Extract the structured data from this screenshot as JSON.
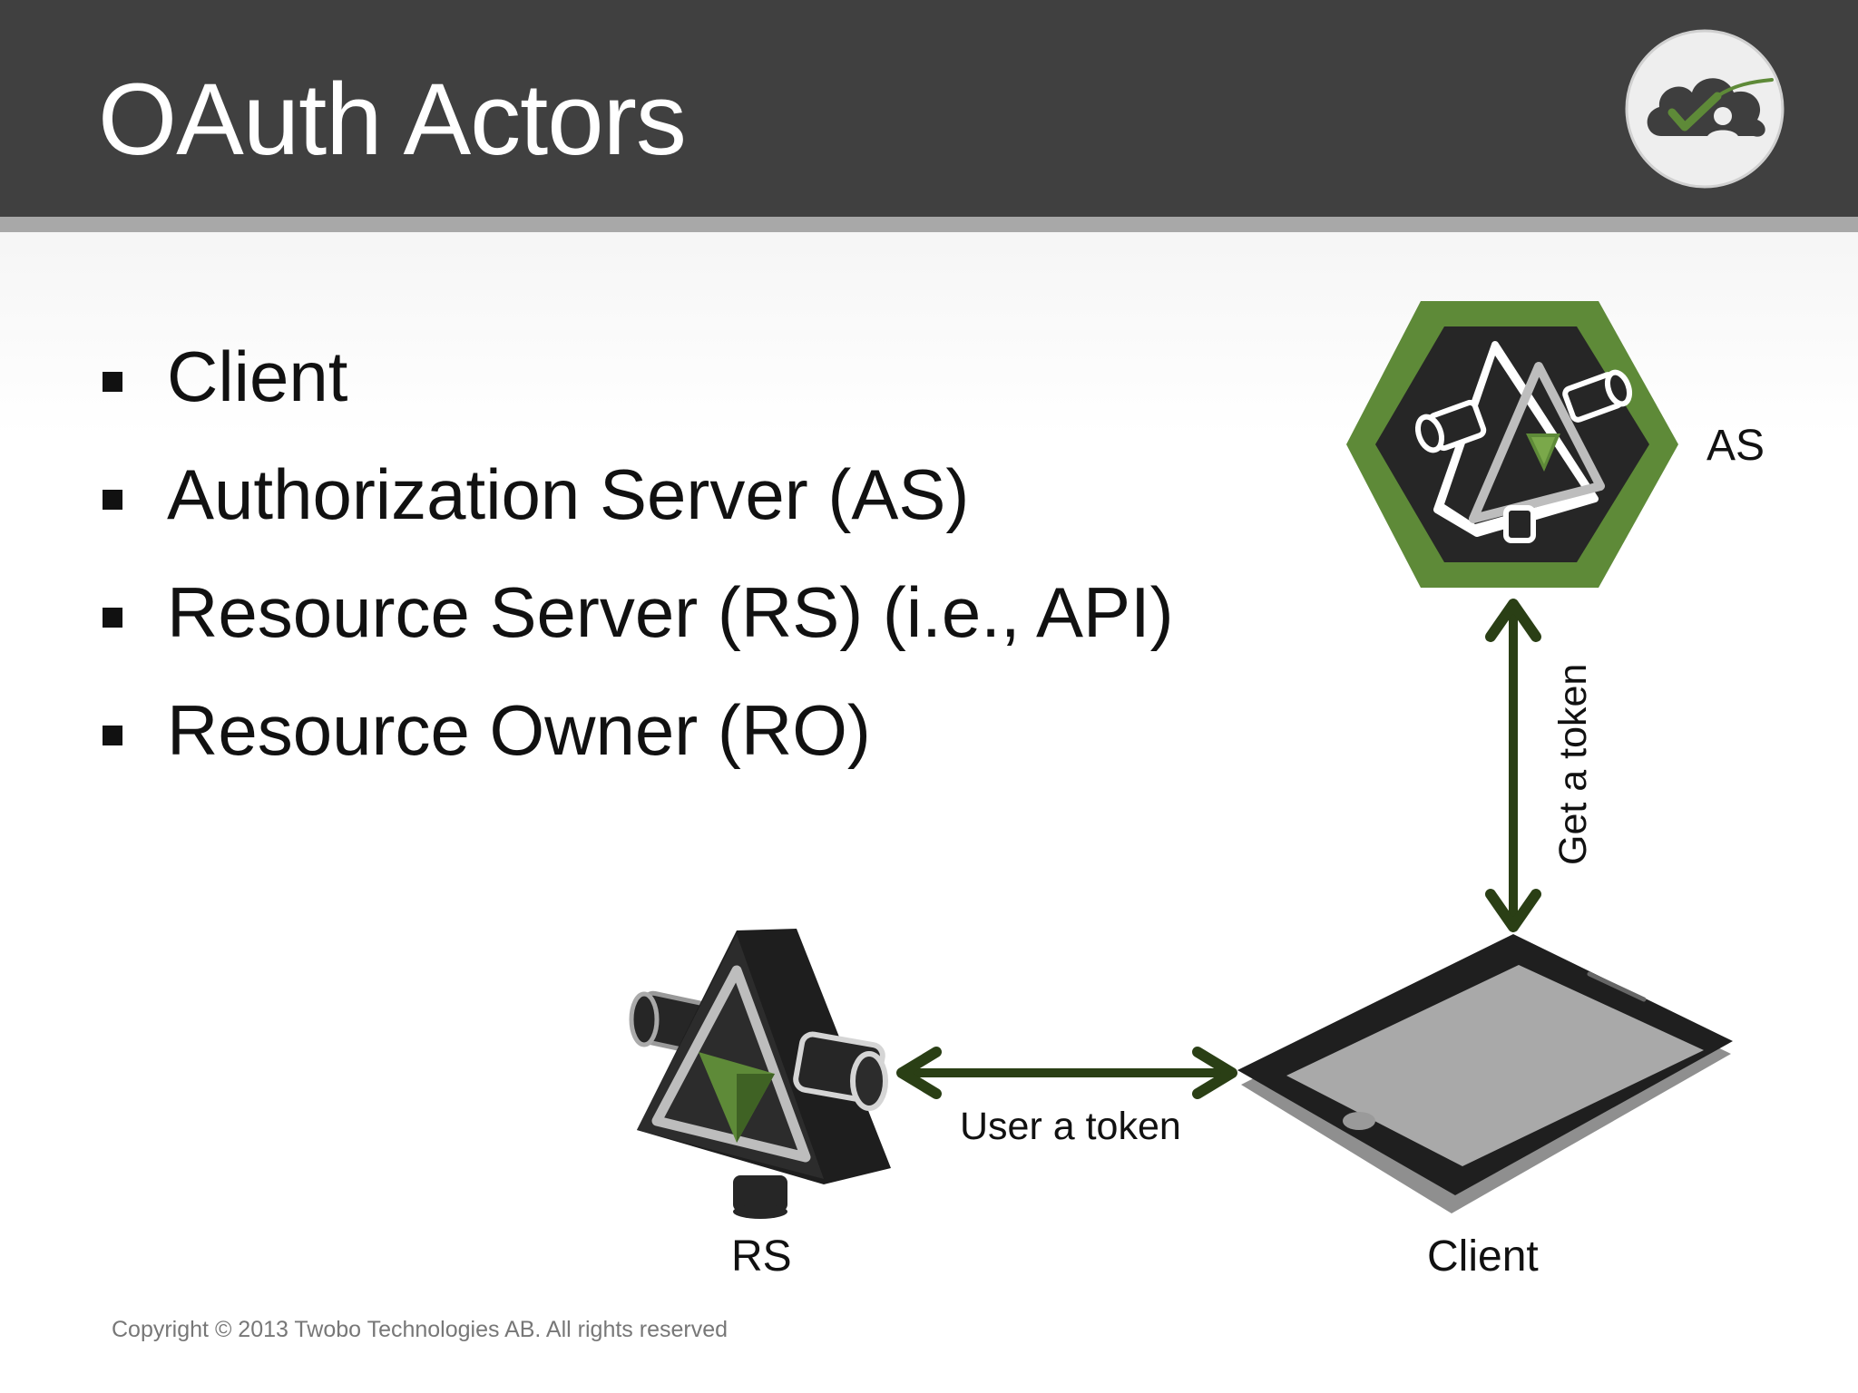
{
  "slide": {
    "title": "OAuth Actors",
    "bullets": [
      "Client",
      "Authorization Server (AS)",
      "Resource Server (RS) (i.e., API)",
      "Resource Owner (RO)"
    ],
    "copyright": "Copyright © 2013 Twobo Technologies AB. All rights reserved"
  },
  "diagram": {
    "labels": {
      "as": "AS",
      "rs": "RS",
      "client": "Client",
      "get_token": "Get a token",
      "use_token": "User a token"
    }
  },
  "colors": {
    "header": "#404040",
    "header_rule": "#a8a8a8",
    "accent_green": "#5e8a38",
    "arrow_green": "#2a3f15",
    "icon_dark": "#262626"
  },
  "icons": {
    "logo": "cloud-check-user-icon",
    "as": "authorization-server-hexagon-icon",
    "rs": "resource-server-icon",
    "client": "tablet-icon"
  }
}
